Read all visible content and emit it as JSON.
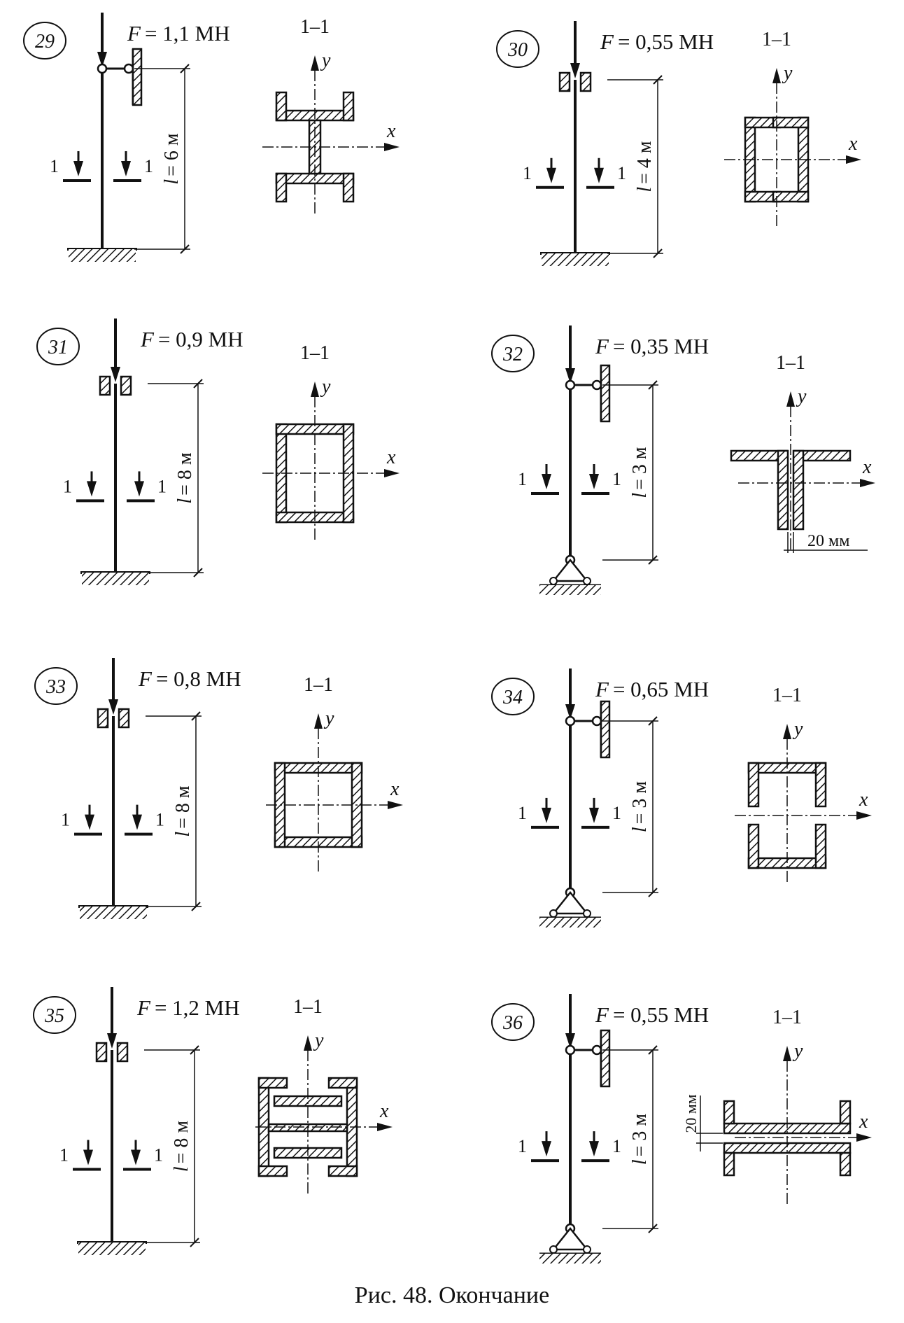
{
  "caption": "Рис. 48. Окончание",
  "colors": {
    "ink": "#111111",
    "background": "#ffffff"
  },
  "section_label": "1–1",
  "cut_label": "1",
  "axis": {
    "x": "x",
    "y": "y"
  },
  "problems": [
    {
      "id": "29",
      "number": "29",
      "force_sym": "F",
      "force_val": "= 1,1 МН",
      "length_sym": "l",
      "length_val": "= 6 м",
      "top": "guide-right",
      "bottom": "fixed",
      "section": "two-channels-flanges-out"
    },
    {
      "id": "30",
      "number": "30",
      "force_sym": "F",
      "force_val": "= 0,55 МН",
      "length_sym": "l",
      "length_val": "= 4 м",
      "top": "sleeve",
      "bottom": "fixed",
      "section": "two-channels-box"
    },
    {
      "id": "31",
      "number": "31",
      "force_sym": "F",
      "force_val": "= 0,9 МН",
      "length_sym": "l",
      "length_val": "= 8 м",
      "top": "sleeve",
      "bottom": "fixed",
      "section": "two-channels-web-in"
    },
    {
      "id": "32",
      "number": "32",
      "force_sym": "F",
      "force_val": "= 0,35 МН",
      "length_sym": "l",
      "length_val": "= 3 м",
      "top": "guide-right",
      "bottom": "pin",
      "section": "two-angles-tee",
      "gap_label": "20 мм"
    },
    {
      "id": "33",
      "number": "33",
      "force_sym": "F",
      "force_val": "= 0,8 МН",
      "length_sym": "l",
      "length_val": "= 8 м",
      "top": "sleeve",
      "bottom": "fixed",
      "section": "two-channels-closed"
    },
    {
      "id": "34",
      "number": "34",
      "force_sym": "F",
      "force_val": "= 0,65 МН",
      "length_sym": "l",
      "length_val": "= 3 м",
      "top": "guide-right",
      "bottom": "pin",
      "section": "two-channels-split"
    },
    {
      "id": "35",
      "number": "35",
      "force_sym": "F",
      "force_val": "= 1,2 МН",
      "length_sym": "l",
      "length_val": "= 8 м",
      "top": "sleeve",
      "bottom": "fixed",
      "section": "ibeam-in-channels"
    },
    {
      "id": "36",
      "number": "36",
      "force_sym": "F",
      "force_val": "= 0,55 МН",
      "length_sym": "l",
      "length_val": "= 3 м",
      "top": "guide-right",
      "bottom": "pin",
      "section": "two-channels-horizontal",
      "gap_label": "20 мм"
    }
  ]
}
